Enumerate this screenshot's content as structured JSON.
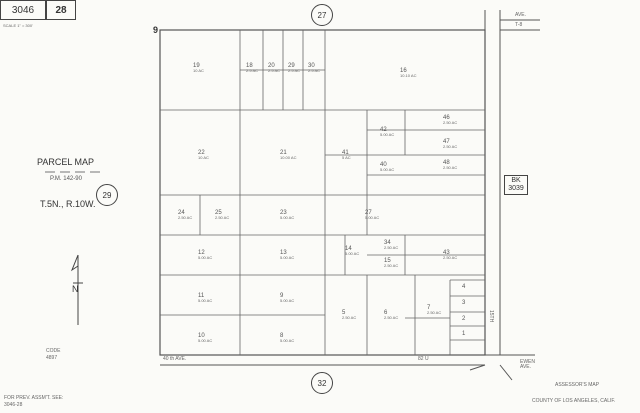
{
  "header": {
    "book": "3046",
    "page": "28",
    "scale": "SCALE 1\" = 300'"
  },
  "parcel_map": {
    "title": "PARCEL MAP",
    "pm": "P.M. 142-90"
  },
  "township": "T.5N., R.10W.",
  "adjoining": {
    "top": "27",
    "left": "29",
    "bottom": "32",
    "corner": "9"
  },
  "bk_ref": {
    "label": "BK",
    "num": "3039"
  },
  "code": {
    "label": "CODE",
    "value": "4897"
  },
  "north": "N",
  "roads": {
    "top": "AVE.",
    "top_sub": "T-8",
    "bottom_left": "40 th AVE.",
    "bottom_mid": "82 U",
    "right_street": "15TH",
    "ewen": "EWEN AVE."
  },
  "footer": {
    "prev_label": "FOR PREV. ASSM'T. SEE:",
    "prev_value": "3046-28",
    "assessor": "ASSESSOR'S MAP",
    "county": "COUNTY OF LOS ANGELES, CALIF."
  },
  "parcels": [
    {
      "n": "19",
      "a": "10 AC"
    },
    {
      "n": "18",
      "a": "2.5 AC"
    },
    {
      "n": "20",
      "a": "2.5 AC"
    },
    {
      "n": "29",
      "a": "2.5 AC"
    },
    {
      "n": "30",
      "a": "2.5 AC"
    },
    {
      "n": "16",
      "a": "10.10 AC"
    },
    {
      "n": "22",
      "a": "10 AC"
    },
    {
      "n": "21",
      "a": "10.00 AC"
    },
    {
      "n": "41",
      "a": "5 AC"
    },
    {
      "n": "42",
      "a": "5.00 AC"
    },
    {
      "n": "40",
      "a": "5.00 AC"
    },
    {
      "n": "46",
      "a": "2.50 AC"
    },
    {
      "n": "47",
      "a": "2.50 AC"
    },
    {
      "n": "48",
      "a": "2.50 AC"
    },
    {
      "n": "24",
      "a": "2.50 AC"
    },
    {
      "n": "25",
      "a": "2.50 AC"
    },
    {
      "n": "23",
      "a": "5.00 AC"
    },
    {
      "n": "27",
      "a": "5.00 AC"
    },
    {
      "n": "12",
      "a": "5.00 AC"
    },
    {
      "n": "13",
      "a": "5.00 AC"
    },
    {
      "n": "14",
      "a": "5.00 AC"
    },
    {
      "n": "15",
      "a": "2.50 AC"
    },
    {
      "n": "34",
      "a": "2.50 AC"
    },
    {
      "n": "43",
      "a": "2.50 AC"
    },
    {
      "n": "11",
      "a": "5.00 AC"
    },
    {
      "n": "9",
      "a": "5.00 AC"
    },
    {
      "n": "10",
      "a": "5.00 AC"
    },
    {
      "n": "8",
      "a": "5.00 AC"
    },
    {
      "n": "5",
      "a": "2.50 AC"
    },
    {
      "n": "6",
      "a": "2.50 AC"
    },
    {
      "n": "7",
      "a": "2.50 AC"
    },
    {
      "n": "4",
      "a": ""
    },
    {
      "n": "3",
      "a": ""
    },
    {
      "n": "2",
      "a": ""
    },
    {
      "n": "1",
      "a": ""
    }
  ]
}
